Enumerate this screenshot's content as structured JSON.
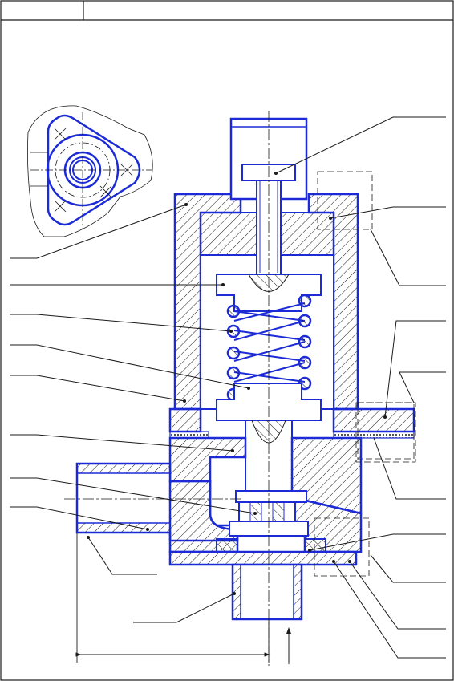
{
  "drawing": {
    "kind": "engineering-section",
    "subject": "valve assembly",
    "colors": {
      "outline": "#1c2bd6",
      "hatch": "#1a1a1a",
      "leader": "#1a1a1a",
      "frame": "#1a1a1a",
      "background": "#ffffff"
    },
    "leader_count_left": 8,
    "leader_count_right": 10
  }
}
